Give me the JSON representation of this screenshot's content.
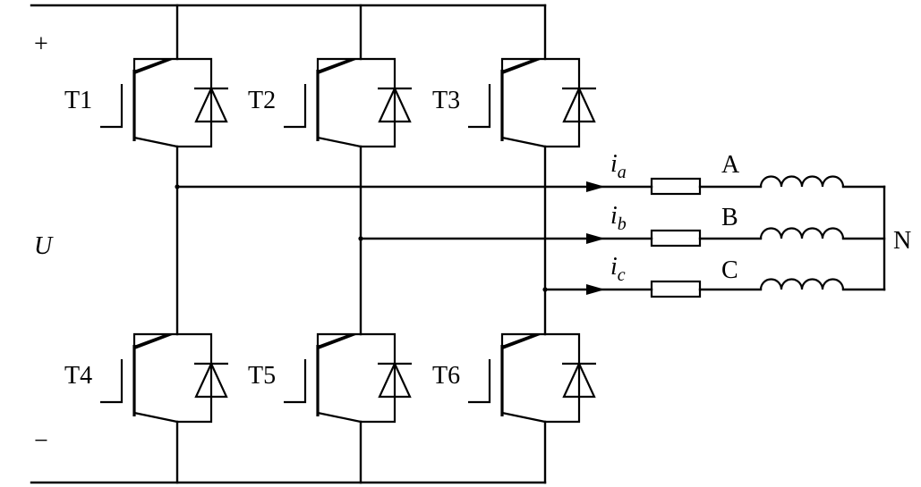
{
  "supply": {
    "plus": "+",
    "minus": "−",
    "voltage": "U"
  },
  "switches": [
    "T1",
    "T2",
    "T3",
    "T4",
    "T5",
    "T6"
  ],
  "currents": [
    {
      "symbol": "i",
      "sub": "a"
    },
    {
      "symbol": "i",
      "sub": "b"
    },
    {
      "symbol": "i",
      "sub": "c"
    }
  ],
  "phases": [
    "A",
    "B",
    "C"
  ],
  "neutral": "N"
}
